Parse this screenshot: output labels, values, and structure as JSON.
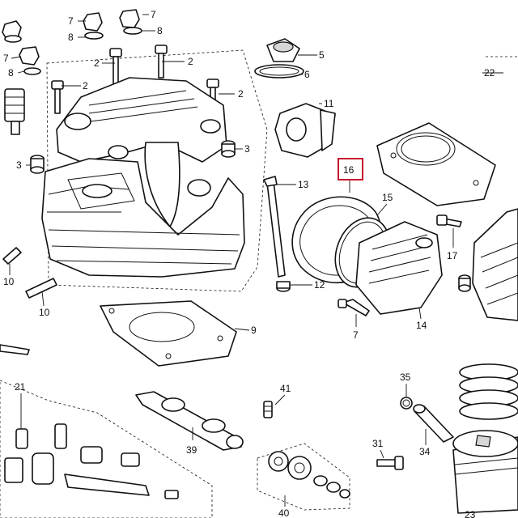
{
  "callouts": {
    "c7a": "7",
    "c7b": "7",
    "c7c": "7",
    "c7d": "7",
    "c8a": "8",
    "c8b": "8",
    "c8c": "8",
    "c2a": "2",
    "c2b": "2",
    "c2c": "2",
    "c2d": "2",
    "c3a": "3",
    "c3b": "3",
    "c5": "5",
    "c6": "6",
    "c9": "9",
    "c10a": "10",
    "c10b": "10",
    "c11": "11",
    "c12": "12",
    "c13": "13",
    "c14": "14",
    "c15": "15",
    "c16": "16",
    "c17": "17",
    "c21": "21",
    "c22": "22",
    "c23": "23",
    "c31": "31",
    "c34": "34",
    "c35": "35",
    "c39": "39",
    "c40": "40",
    "c41": "41"
  },
  "highlight_callout": "16",
  "colors": {
    "line": "#111111",
    "highlight": "#c8102e",
    "background": "#ffffff",
    "shade": "#d6d6d6"
  }
}
